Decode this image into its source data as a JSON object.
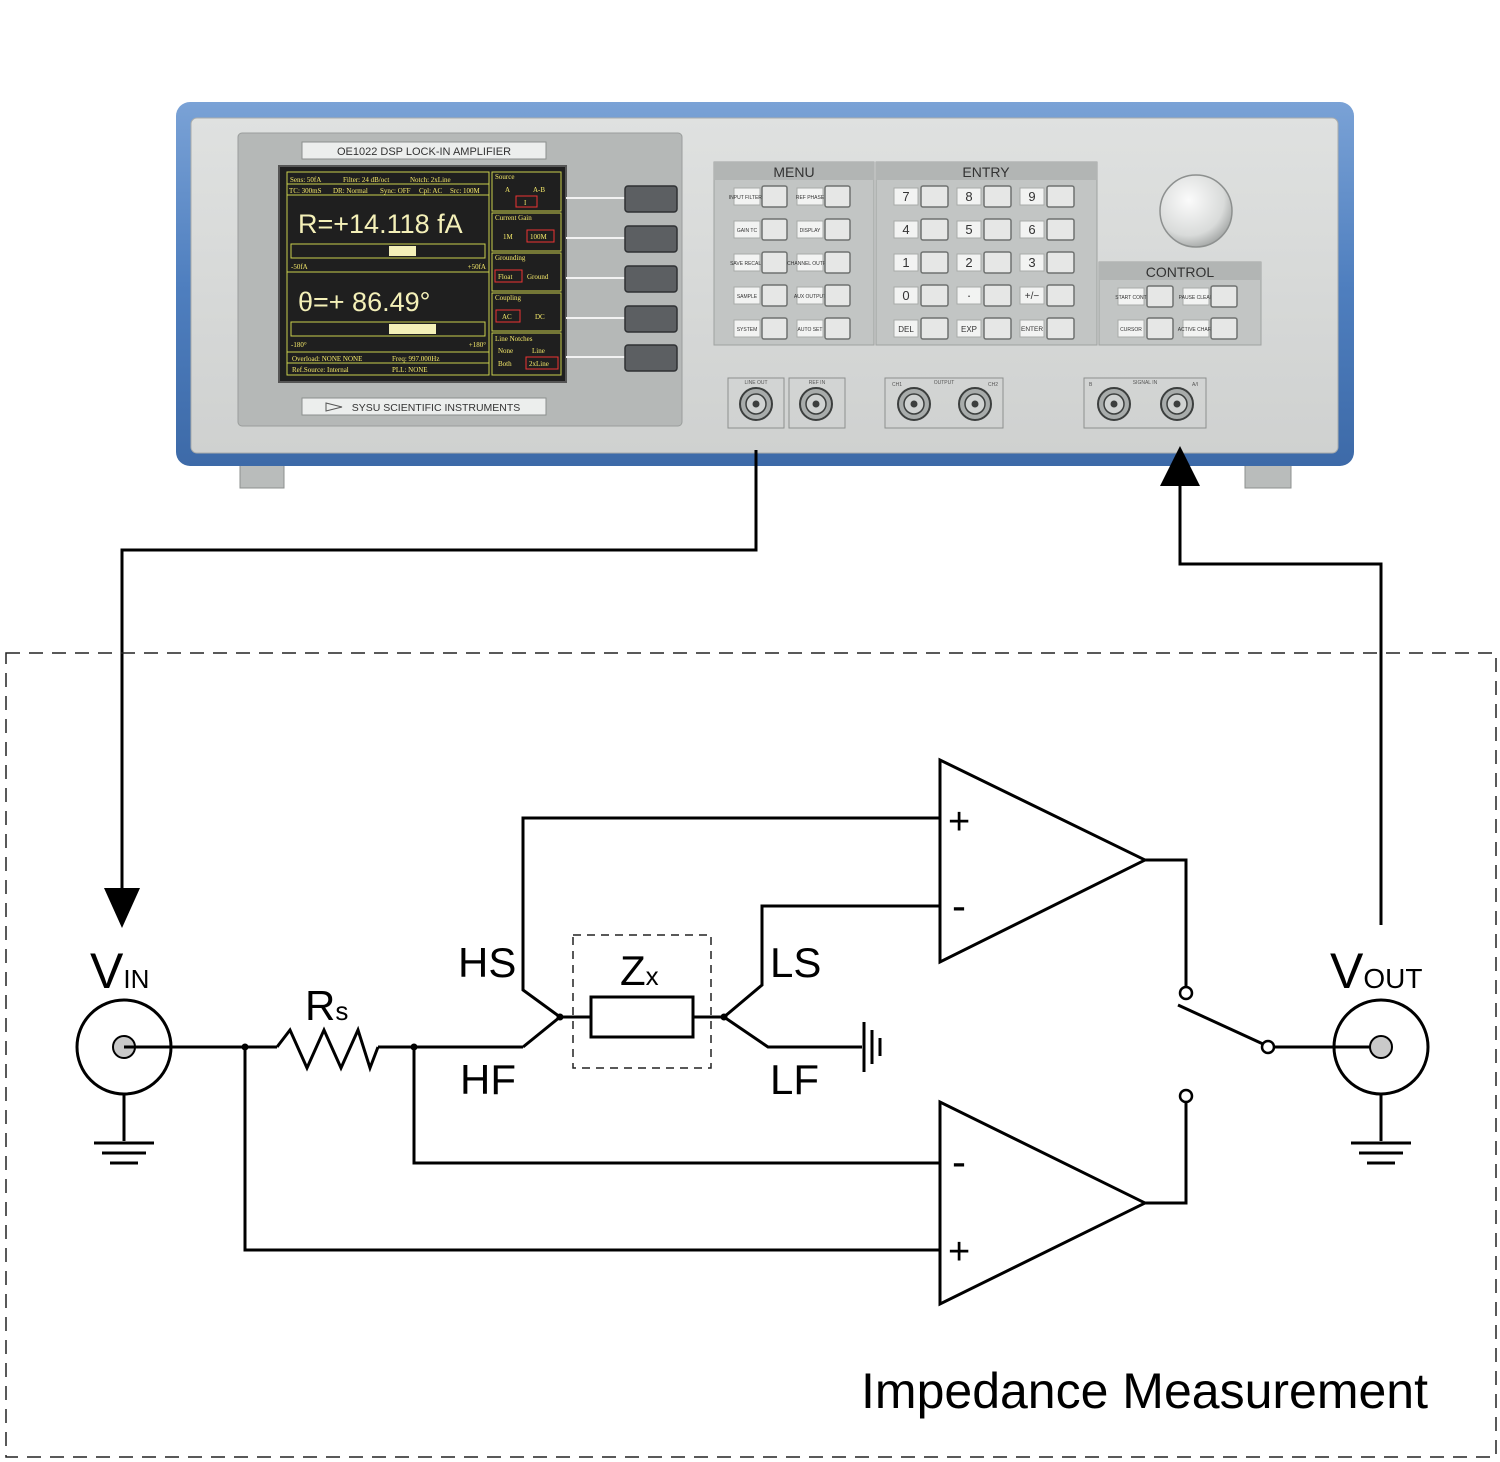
{
  "instrument": {
    "model_label": "OE1022 DSP LOCK-IN AMPLIFIER",
    "maker_label": "SYSU SCIENTIFIC INSTRUMENTS",
    "sections": {
      "menu": "MENU",
      "entry": "ENTRY",
      "control": "CONTROL"
    },
    "colors": {
      "frame": "#5b87c2",
      "panel": "#d5d7d6",
      "lcd": "#1d1d1d",
      "lcd_text": "#f5e96a"
    },
    "display": {
      "status_row1": [
        "Sens:   50fA",
        "Filter:  24  dB/oct",
        "Notch:  2xLine"
      ],
      "status_row2": [
        "TC: 300mS",
        "DR: Normal",
        "Sync: OFF",
        "Cpl: AC",
        "Src: 100M"
      ],
      "reading_r": "R=+14.118 fA",
      "scale_r_min": "-50fA",
      "scale_r_max": "+50fA",
      "reading_theta": "θ=+  86.49°",
      "scale_theta_min": "-180°",
      "scale_theta_max": "+180°",
      "footer_row1": [
        "Overload:  NONE    NONE",
        "Freq:  997.000Hz"
      ],
      "footer_row2": [
        "Ref.Source:  Internal",
        "PLL:   NONE"
      ],
      "side_menu": [
        {
          "title": "Source",
          "options": [
            "A",
            "A-B",
            "I"
          ]
        },
        {
          "title": "Current Gain",
          "options": [
            "1M",
            "100M"
          ]
        },
        {
          "title": "Grounding",
          "options": [
            "Float",
            "Ground"
          ]
        },
        {
          "title": "Coupling",
          "options": [
            "AC",
            "DC"
          ]
        },
        {
          "title": "Line Notches",
          "options": [
            "None",
            "Line",
            "Both",
            "2xLine"
          ]
        }
      ]
    },
    "menu_keys": [
      "INPUT FILTERS",
      "REF PHASE",
      "GAIN TC",
      "DISPLAY",
      "SAVE RECALL",
      "CHANNEL OUTPUT",
      "SAMPLE",
      "AUX OUTPUT",
      "SYSTEM",
      "AUTO SET"
    ],
    "entry_keys": [
      "7",
      "8",
      "9",
      "4",
      "5",
      "6",
      "1",
      "2",
      "3",
      "0",
      "·",
      "+/−",
      "DEL",
      "EXP",
      "ENTER"
    ],
    "control_keys": [
      "START CONT",
      "PAUSE CLEAR",
      "CURSOR",
      "ACTIVE CHART"
    ],
    "connector_groups": [
      "LINE OUT",
      "REF IN",
      "OUTPUT",
      "SIGNAL IN"
    ],
    "connector_small_labels": [
      "CH1",
      "CH2",
      "B",
      "A/I"
    ]
  },
  "circuit": {
    "caption": "Impedance Measurement",
    "vin_main": "V",
    "vin_sub": "IN",
    "vout_main": "V",
    "vout_sub": "OUT",
    "rs_main": "R",
    "rs_sub": "s",
    "zx_main": "Z",
    "zx_sub": "x",
    "hs": "HS",
    "hf": "HF",
    "ls": "LS",
    "lf": "LF",
    "plus": "+",
    "minus": "-"
  }
}
